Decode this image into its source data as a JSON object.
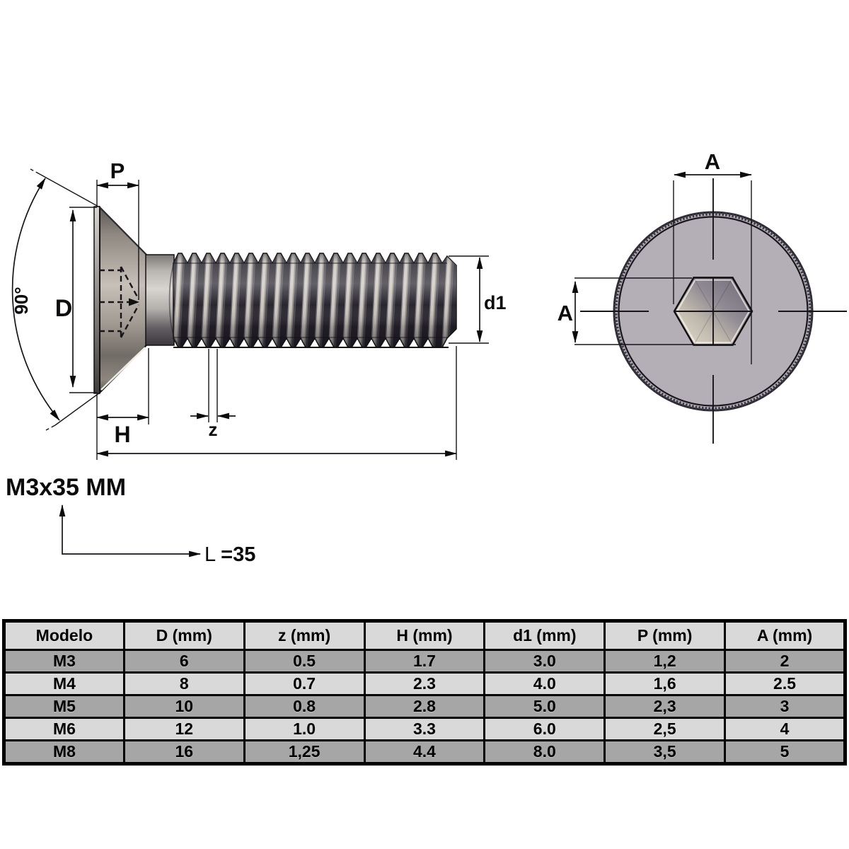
{
  "page": {
    "background": "#ffffff"
  },
  "drawing": {
    "side_view": {
      "dim_labels": {
        "p": "P",
        "d": "D",
        "h": "H",
        "z": "z",
        "d1": "d1",
        "angle": "90°"
      }
    },
    "end_view": {
      "dim_labels": {
        "a_top": "A",
        "a_left": "A"
      }
    },
    "callout": {
      "model": "M3x35 MM",
      "length_label": "L",
      "length_value": "=35"
    }
  },
  "table": {
    "headers": [
      "Modelo",
      "D (mm)",
      "z (mm)",
      "H (mm)",
      "d1 (mm)",
      "P (mm)",
      "A (mm)"
    ],
    "rows": [
      [
        "M3",
        "6",
        "0.5",
        "1.7",
        "3.0",
        "1,2",
        "2"
      ],
      [
        "M4",
        "8",
        "0.7",
        "2.3",
        "4.0",
        "1,6",
        "2.5"
      ],
      [
        "M5",
        "10",
        "0.8",
        "2.8",
        "5.0",
        "2,3",
        "3"
      ],
      [
        "M6",
        "12",
        "1.0",
        "3.3",
        "6.0",
        "2,5",
        "4"
      ],
      [
        "M8",
        "16",
        "1,25",
        "4.4",
        "8.0",
        "3,5",
        "5"
      ]
    ]
  },
  "colors": {
    "table_border": "#000000",
    "header_bg": "#d9d9d9",
    "row_light": "#d9d9d9",
    "row_dark": "#a6a6a6",
    "metal_face": "#b4afb6",
    "thread_dark": "#201d26",
    "thread_light": "#c9c4bb",
    "line": "#15141a"
  }
}
